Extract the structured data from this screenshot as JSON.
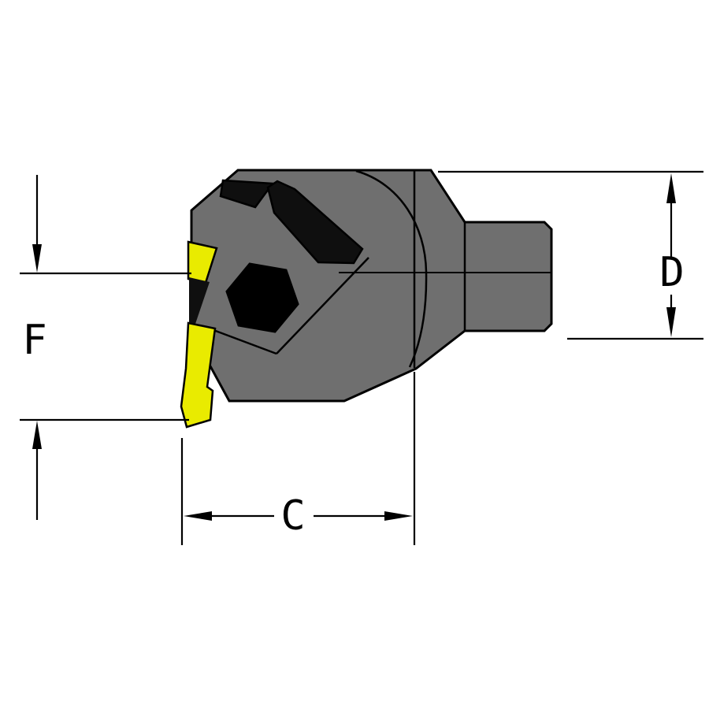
{
  "figure": {
    "dimension_labels": {
      "left": "F",
      "right": "D",
      "bottom": "C"
    },
    "colors": {
      "background": "#ffffff",
      "body": "#6f6f6f",
      "clamp": "#0f0f0f",
      "insert": "#e9eb00",
      "screw": "#000000",
      "line": "#000000"
    }
  }
}
